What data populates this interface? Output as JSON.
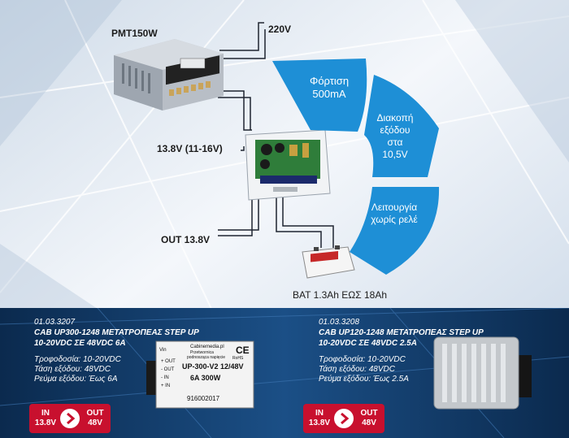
{
  "diagram": {
    "psu_name": "PMT150W",
    "mains": "220V",
    "input_voltage": "13.8V (11-16V)",
    "output": "OUT 13.8V",
    "battery": "BAT 1.3Ah ΕΩΣ 18Ah",
    "features": [
      {
        "lines": [
          "Φόρτιση",
          "500mA"
        ]
      },
      {
        "lines": [
          "Διακοπή",
          "εξόδου",
          "στα",
          "10,5V"
        ]
      },
      {
        "lines": [
          "Λειτουργία",
          "χωρίς ρελέ"
        ]
      }
    ],
    "accent_color": "#1e8fd6"
  },
  "products": [
    {
      "code": "01.03.3207",
      "title_line1": "CAB UP300-1248 ΜΕΤΑΤΡΟΠΕΑΣ STEP UP",
      "title_line2": "10-20VDC ΣΕ 48VDC 6A",
      "specs": [
        "Τροφοδοσία: 10-20VDC",
        "Τάση εξόδου: 48VDC",
        "Ρεύμα εξόδου: Έως 6A"
      ],
      "badge_in": [
        "IN",
        "13.8V"
      ],
      "badge_out": [
        "OUT",
        "48V"
      ],
      "device": {
        "brand": "Cabinemedia.pl",
        "sub1": "Przetwornica",
        "sub2": "podnosząca napięcie",
        "model": "UP-300-V2 12/48V",
        "rating": "6A 300W",
        "serial": "916002017",
        "ce": "CE",
        "rohs": "RoHS",
        "vin": "Vin",
        "pins_left": [
          "+ OUT",
          "- OUT",
          "- IN",
          "+ IN"
        ]
      }
    },
    {
      "code": "01.03.3208",
      "title_line1": "CAB UP120-1248 ΜΕΤΑΤΡΟΠΕΑΣ STEP UP",
      "title_line2": "10-20VDC ΣΕ 48VDC 2.5A",
      "specs": [
        "Τροφοδοσία: 10-20VDC",
        "Τάση εξόδου: 48VDC",
        "Ρεύμα εξόδου: Έως 2.5A"
      ],
      "badge_in": [
        "IN",
        "13.8V"
      ],
      "badge_out": [
        "OUT",
        "48V"
      ]
    }
  ]
}
